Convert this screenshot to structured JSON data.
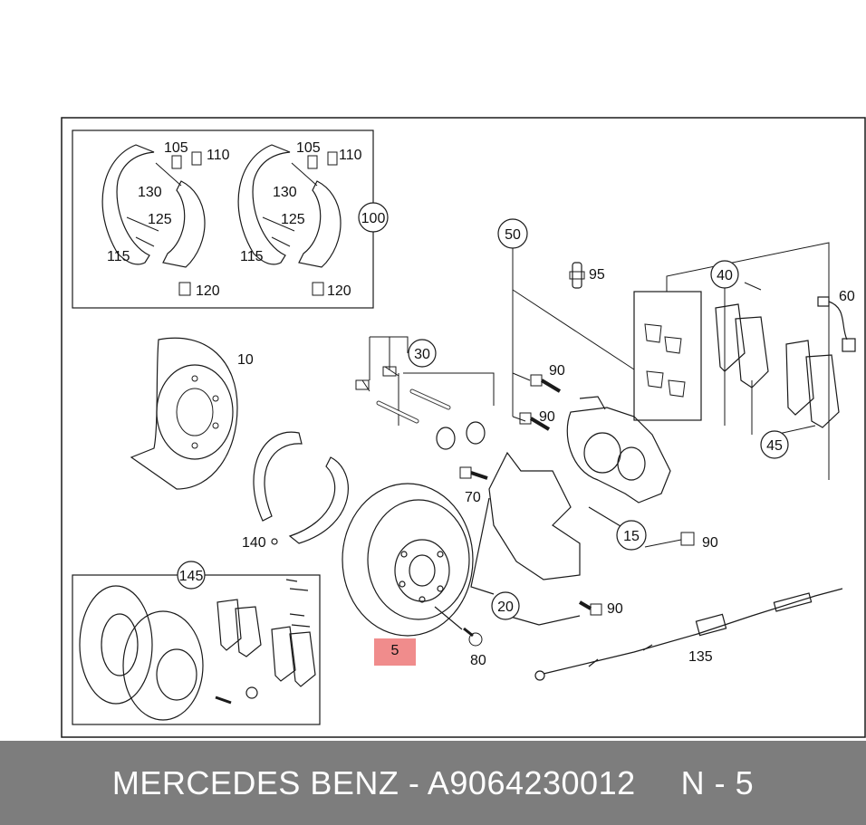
{
  "footer": {
    "part_title": "MERCEDES BENZ - A9064230012",
    "position_code": "N - 5"
  },
  "highlight": {
    "label": "5",
    "color": "#f08c8c"
  },
  "callouts": {
    "c105a": "105",
    "c110a": "110",
    "c130a": "130",
    "c125a": "125",
    "c115a": "115",
    "c120a": "120",
    "c105b": "105",
    "c110b": "110",
    "c130b": "130",
    "c125b": "125",
    "c115b": "115",
    "c120b": "120",
    "c100": "100",
    "c10": "10",
    "c30": "30",
    "c50": "50",
    "c95": "95",
    "c40": "40",
    "c60": "60",
    "c90a": "90",
    "c90b": "90",
    "c70": "70",
    "c45": "45",
    "c15": "15",
    "c90c": "90",
    "c140": "140",
    "c145": "145",
    "c20": "20",
    "c90d": "90",
    "c80": "80",
    "c135": "135"
  },
  "colors": {
    "background": "#ffffff",
    "line": "#1a1a1a",
    "footer_bg": "#7d7d7d",
    "footer_text": "#ffffff"
  }
}
